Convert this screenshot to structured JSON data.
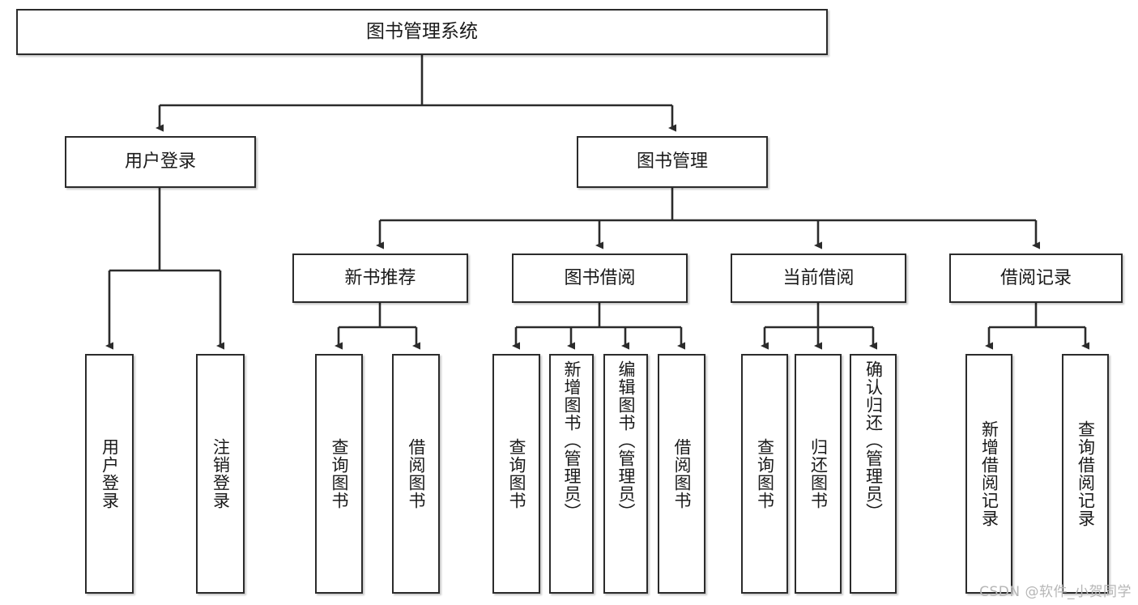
{
  "diagram": {
    "title": "图书管理系统",
    "type": "tree-hierarchy-chart",
    "root": {
      "label": "图书管理系统"
    },
    "level1": [
      {
        "label": "用户登录"
      },
      {
        "label": "图书管理"
      }
    ],
    "level2": [
      {
        "label": "新书推荐"
      },
      {
        "label": "图书借阅"
      },
      {
        "label": "当前借阅"
      },
      {
        "label": "借阅记录"
      }
    ],
    "leaves": {
      "user_login": [
        {
          "label": "用户登录"
        },
        {
          "label": "注销登录"
        }
      ],
      "new_book_recommend": [
        {
          "label": "查询图书"
        },
        {
          "label": "借阅图书"
        }
      ],
      "book_borrow": [
        {
          "label": "查询图书"
        },
        {
          "label": "新增图书（管理员）"
        },
        {
          "label": "编辑图书（管理员）"
        },
        {
          "label": "借阅图书"
        }
      ],
      "current_borrow": [
        {
          "label": "查询图书"
        },
        {
          "label": "归还图书"
        },
        {
          "label": "确认归还（管理员）"
        }
      ],
      "borrow_record": [
        {
          "label": "新增借阅记录"
        },
        {
          "label": "查询借阅记录"
        }
      ]
    }
  },
  "watermark": {
    "text": "CSDN @软件_小贺同学"
  },
  "colors": {
    "stroke": "#2b2b2b",
    "fill": "#ffffff",
    "text": "#1a1a1a",
    "watermark": "#b6b6b6"
  }
}
